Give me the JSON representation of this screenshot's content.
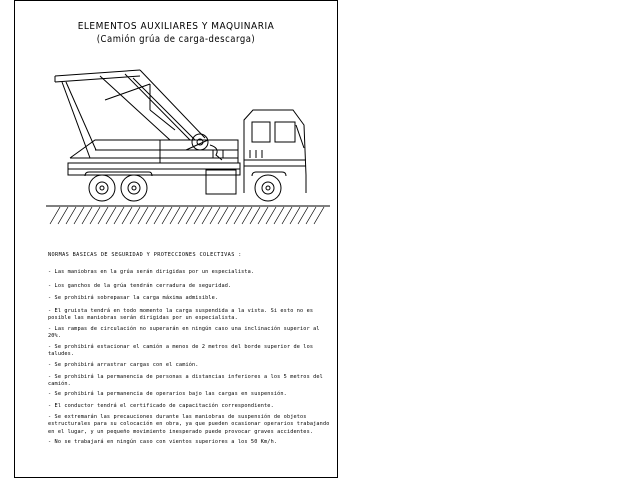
{
  "title": "ELEMENTOS AUXILIARES Y MAQUINARIA",
  "subtitle": "(Camión grúa de carga-descarga)",
  "section_heading": "NORMAS BASICAS DE SEGURIDAD Y PROTECCIONES COLECTIVAS :",
  "rules": [
    "- Las maniobras en la grúa serán dirigidas por un especialista.",
    "- Los ganchos de la grúa tendrán cerradura de seguridad.",
    "- Se prohibirá sobrepasar la carga máxima admisible.",
    "- El gruista tendrá en todo momento la carga suspendida a la vista. Si esto no es posible las maniobras serán dirigidas por un especialista.",
    "- Las rampas de circulación no superarán en ningún caso una inclinación superior al 20%.",
    "- Se prohibirá estacionar el camión a menos de 2 metros del borde superior de los taludes.",
    "- Se prohibirá arrastrar cargas con el camión.",
    "- Se prohibirá la permanencia de personas a distancias inferiores a los 5 metros del camión.",
    "- Se prohibirá la permanencia de operarios bajo las cargas en suspensión.",
    "- El conductor tendrá el certificado de capacitación correspondiente.",
    "- Se extremarán las precauciones durante las maniobras de suspensión de objetos estructurales para su colocación en obra, ya que pueden ocasionar operarios trabajando en el lugar, y un pequeño movimiento inesperado puede provocar graves accidentes.",
    "- No se trabajará en ningún caso con vientos superiores a los 50 Km/h."
  ]
}
